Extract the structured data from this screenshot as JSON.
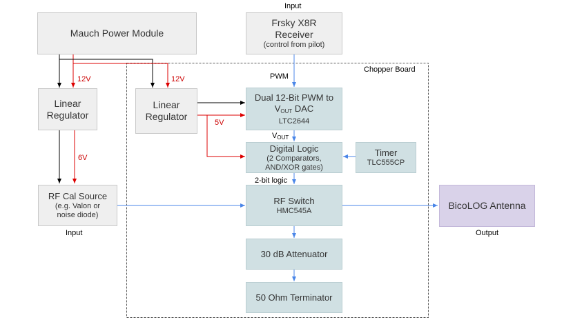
{
  "labels": {
    "input_top": "Input",
    "chopper_board": "Chopper Board",
    "pwm": "PWM",
    "v12_left": "12V",
    "v12_right": "12V",
    "v6": "6V",
    "v5": "5V",
    "vout_main": "V",
    "vout_sub": "OUT",
    "two_bit": "2-bit logic",
    "input_bottom": "Input",
    "output": "Output"
  },
  "nodes": {
    "mauch": {
      "title": "Mauch Power Module"
    },
    "frsky": {
      "line1": "Frsky X8R",
      "line2": "Receiver",
      "sub": "(control from pilot)"
    },
    "linreg_left": {
      "line1": "Linear",
      "line2": "Regulator"
    },
    "linreg_right": {
      "line1": "Linear",
      "line2": "Regulator"
    },
    "dac": {
      "line1": "Dual 12-Bit PWM to",
      "line2_pre": "V",
      "line2_sub": "OUT",
      "line2_post": " DAC",
      "sub": "LTC2644"
    },
    "logic": {
      "title": "Digital Logic",
      "sub1": "(2 Comparators,",
      "sub2": "AND/XOR gates)"
    },
    "timer": {
      "title": "Timer",
      "sub": "TLC555CP"
    },
    "rfcal": {
      "title": "RF Cal Source",
      "sub1": "(e.g. Valon or",
      "sub2": "noise diode)"
    },
    "rfswitch": {
      "title": "RF Switch",
      "sub": "HMC545A"
    },
    "antenna": {
      "title": "BicoLOG Antenna"
    },
    "attenuator": {
      "title": "30 dB Attenuator"
    },
    "terminator": {
      "title": "50 Ohm Terminator"
    }
  },
  "colors": {
    "power_line": "#dd0000",
    "signal_line": "#4a86e8",
    "ground_line": "#000000",
    "box_gray": "#efefef",
    "box_teal": "#d0e0e3",
    "box_purple": "#d9d2e9"
  }
}
